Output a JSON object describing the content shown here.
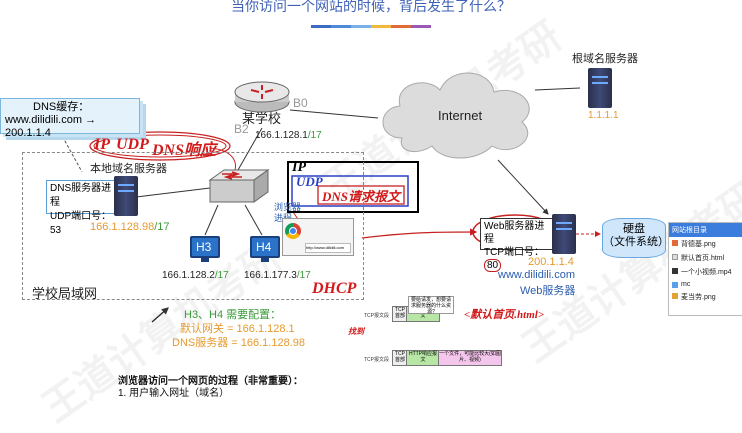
{
  "title": "当你访问一个网站的时候，背后发生了什么？",
  "title_bar_colors": [
    "#3b6cc4",
    "#4d8ad8",
    "#7ab0e6",
    "#f3b73a",
    "#e06a3b",
    "#9b59b6"
  ],
  "dns_cache": {
    "label": "DNS缓存：",
    "entry": "www.dilidili.com → 200.1.1.4"
  },
  "router": {
    "name": "某学校",
    "port_b0": "B0",
    "port_b2": "B2",
    "ip_prefix": "166.1.128.1",
    "ip_mask": "/17"
  },
  "internet_label": "Internet",
  "root_dns": {
    "label": "根域名服务器",
    "ip": "1.1.1.1"
  },
  "local_dns": {
    "label": "本地域名服务器",
    "process_line1": "DNS服务器进程",
    "process_line2_prefix": "UDP端口号：",
    "process_port": "53",
    "ip_prefix": "166.1.128.98",
    "ip_mask": "/17"
  },
  "hosts": {
    "h3": {
      "name": "H3",
      "ip_prefix": "166.1.128.2",
      "ip_mask": "/17"
    },
    "h4": {
      "name": "H4",
      "ip_prefix": "166.1.177.3",
      "ip_mask": "/17",
      "browser_process": "浏览器进程",
      "browser_url": "http://www.dilidili.com"
    }
  },
  "campus_label": "学校局域网",
  "web_server": {
    "process_line1": "Web服务器进程",
    "process_line2_prefix": "TCP端口号：",
    "process_port": "80",
    "ip": "200.1.1.4",
    "domain": "www.dilidili.com",
    "label": "Web服务器"
  },
  "disk": {
    "line1": "硬盘",
    "line2": "（文件系统）"
  },
  "folder_panel": {
    "header": "网站根目录",
    "items": [
      {
        "name": "背德基.png",
        "icon": "image-icon"
      },
      {
        "name": "默认首页.html",
        "icon": "html-icon"
      },
      {
        "name": "一个小视频.mp4",
        "icon": "video-icon"
      },
      {
        "name": "mc",
        "icon": "folder-icon"
      },
      {
        "name": "麦当劳.png",
        "icon": "image-icon"
      }
    ]
  },
  "h3h4_config": {
    "line1": "H3、H4 需要配置：",
    "gateway": "默认网关 = 166.1.128.1",
    "dns": "DNS服务器 = 166.1.128.98"
  },
  "handwriting": {
    "ip_udp_dns_reply": [
      "IP",
      "UDP",
      "DNS响应"
    ],
    "ip_udp_dns_request": [
      "IP",
      "UDP",
      "DNS请求报文"
    ],
    "dhcp": "DHCP",
    "index_request": "<默认首页.html>",
    "find_label": "找到"
  },
  "packets": {
    "seg1_label": "TCP报文段",
    "seg1_tcp": "TCP首部",
    "seg1_http": "HTTP请求报文",
    "seg1_note": "要给请发，想要请求服务器的什么资源?",
    "seg2_label": "TCP报文段",
    "seg2_tcp": "TCP首部",
    "seg2_http": "HTTP响应报文",
    "seg2_note": "一个文件，可能比较大(如图片、视频)"
  },
  "steps": {
    "title": "浏览器访问一个网页的过程（非常重要）：",
    "step1": "1. 用户输入网址（域名）"
  },
  "watermark": "王道计算机考研"
}
